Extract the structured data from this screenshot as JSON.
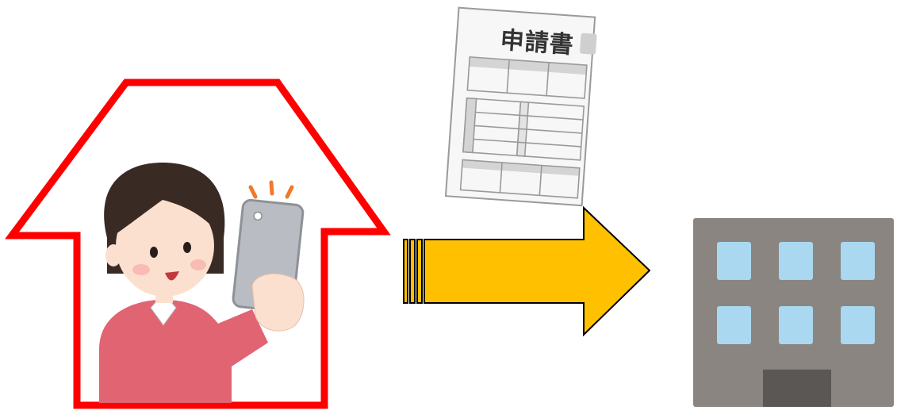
{
  "form": {
    "title": "申請書"
  },
  "colors": {
    "house_outline": "#ff0000",
    "arrow_fill": "#ffc000",
    "arrow_stroke": "#000000",
    "skin": "#fce0cf",
    "hair": "#3a2a24",
    "sweater": "#e06472",
    "phone_body": "#b9bdc3",
    "phone_accent": "#ef7a2a",
    "building_wall": "#8a8580",
    "building_window": "#a9d8f0",
    "building_door": "#5a5754",
    "paper": "#f7f7f7",
    "paper_header": "#d4d4d4"
  },
  "icons": {
    "person": "woman-taking-photo-with-smartphone",
    "house": "house-outline",
    "arrow": "right-arrow",
    "form": "application-form-document",
    "building": "office-building"
  }
}
